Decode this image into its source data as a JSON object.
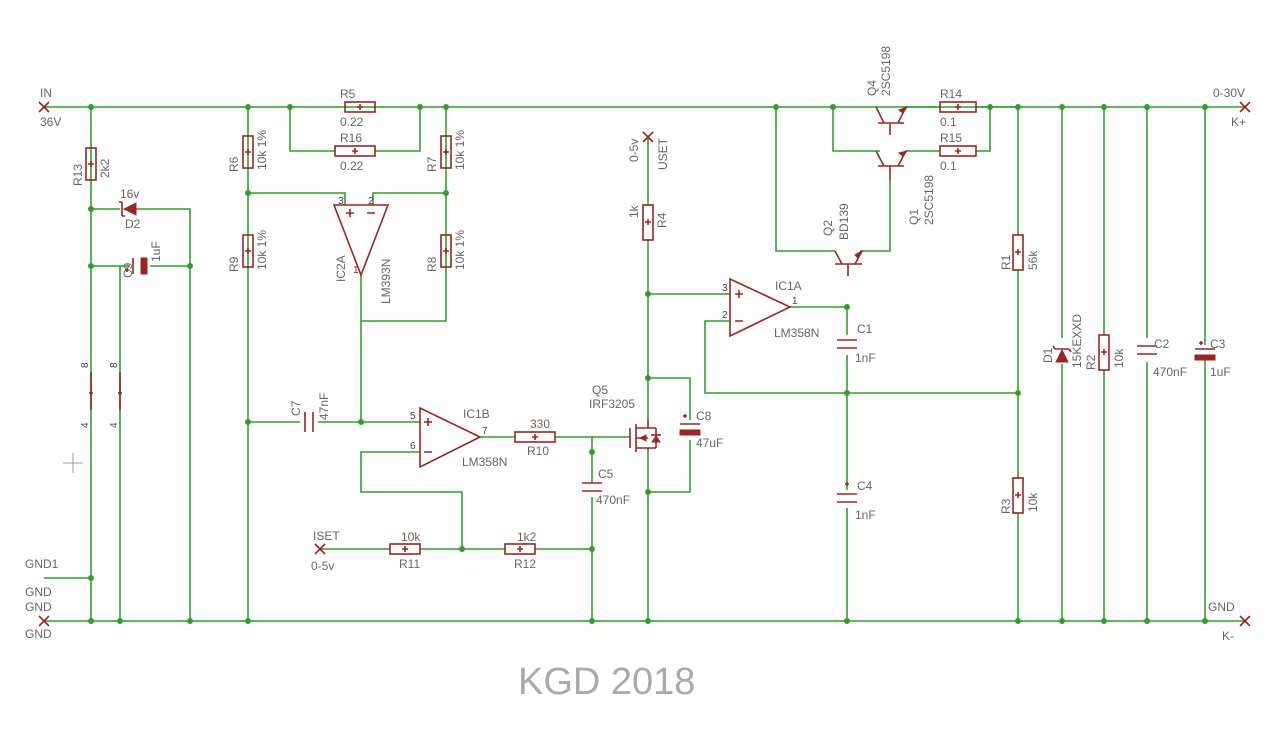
{
  "title": "KGD 2018",
  "ports": {
    "in": "IN",
    "in_v": "36V",
    "out": "0-30V",
    "out_k": "K+",
    "gnd1": "GND1",
    "gnd_a": "GND",
    "gnd_b": "GND",
    "gnd_out": "GND",
    "gnd_out_k": "K-",
    "iset": "ISET",
    "iset_range": "0-5v",
    "uset": "USET",
    "uset_range": "0-5v"
  },
  "components": {
    "R5": {
      "name": "R5",
      "value": "0.22"
    },
    "R16": {
      "name": "R16",
      "value": "0.22"
    },
    "R6": {
      "name": "R6",
      "value": "10k 1%"
    },
    "R7": {
      "name": "R7",
      "value": "10k 1%"
    },
    "R9": {
      "name": "R9",
      "value": "10k 1%"
    },
    "R8": {
      "name": "R8",
      "value": "10k 1%"
    },
    "R13": {
      "name": "R13",
      "value": "2k2"
    },
    "D2": {
      "name": "D2",
      "value": "16v"
    },
    "C9": {
      "name": "C9",
      "value": "1uF"
    },
    "IC2A": {
      "name": "IC2A",
      "value": "LM393N",
      "pins": [
        "3",
        "2",
        "1"
      ]
    },
    "C7": {
      "name": "C7",
      "value": "47nF"
    },
    "IC1B": {
      "name": "IC1B",
      "value": "LM358N",
      "pins": [
        "5",
        "6",
        "7"
      ]
    },
    "R10": {
      "name": "R10",
      "value": "330"
    },
    "R11": {
      "name": "R11",
      "value": "10k"
    },
    "R12": {
      "name": "R12",
      "value": "1k2"
    },
    "C5": {
      "name": "C5",
      "value": "470nF"
    },
    "Q5": {
      "name": "Q5",
      "value": "IRF3205"
    },
    "C8": {
      "name": "C8",
      "value": "47uF"
    },
    "R4": {
      "name": "R4",
      "value": "1k"
    },
    "IC1A": {
      "name": "IC1A",
      "value": "LM358N",
      "pins": [
        "3",
        "2",
        "1"
      ]
    },
    "C1": {
      "name": "C1",
      "value": "1nF"
    },
    "C4": {
      "name": "C4",
      "value": "1nF"
    },
    "Q2": {
      "name": "Q2",
      "value": "BD139"
    },
    "Q4": {
      "name": "Q4",
      "value": "2SC5198"
    },
    "Q1": {
      "name": "Q1",
      "value": "2SC5198"
    },
    "R14": {
      "name": "R14",
      "value": "0.1"
    },
    "R15": {
      "name": "R15",
      "value": "0.1"
    },
    "R1": {
      "name": "R1",
      "value": "56k"
    },
    "R3": {
      "name": "R3",
      "value": "10k"
    },
    "D1": {
      "name": "D1",
      "value": "15KEXXD"
    },
    "R2": {
      "name": "R2",
      "value": "10k"
    },
    "C2": {
      "name": "C2",
      "value": "470nF"
    },
    "C3": {
      "name": "C3",
      "value": "1uF"
    }
  },
  "ic_supply_pins": {
    "top_left": "8",
    "top_right": "8",
    "bottom_left": "4",
    "bottom_right": "4"
  },
  "colors": {
    "wire": "#2fa12a",
    "component": "#9b2424",
    "label": "#666666",
    "title": "#aaaaaa"
  }
}
